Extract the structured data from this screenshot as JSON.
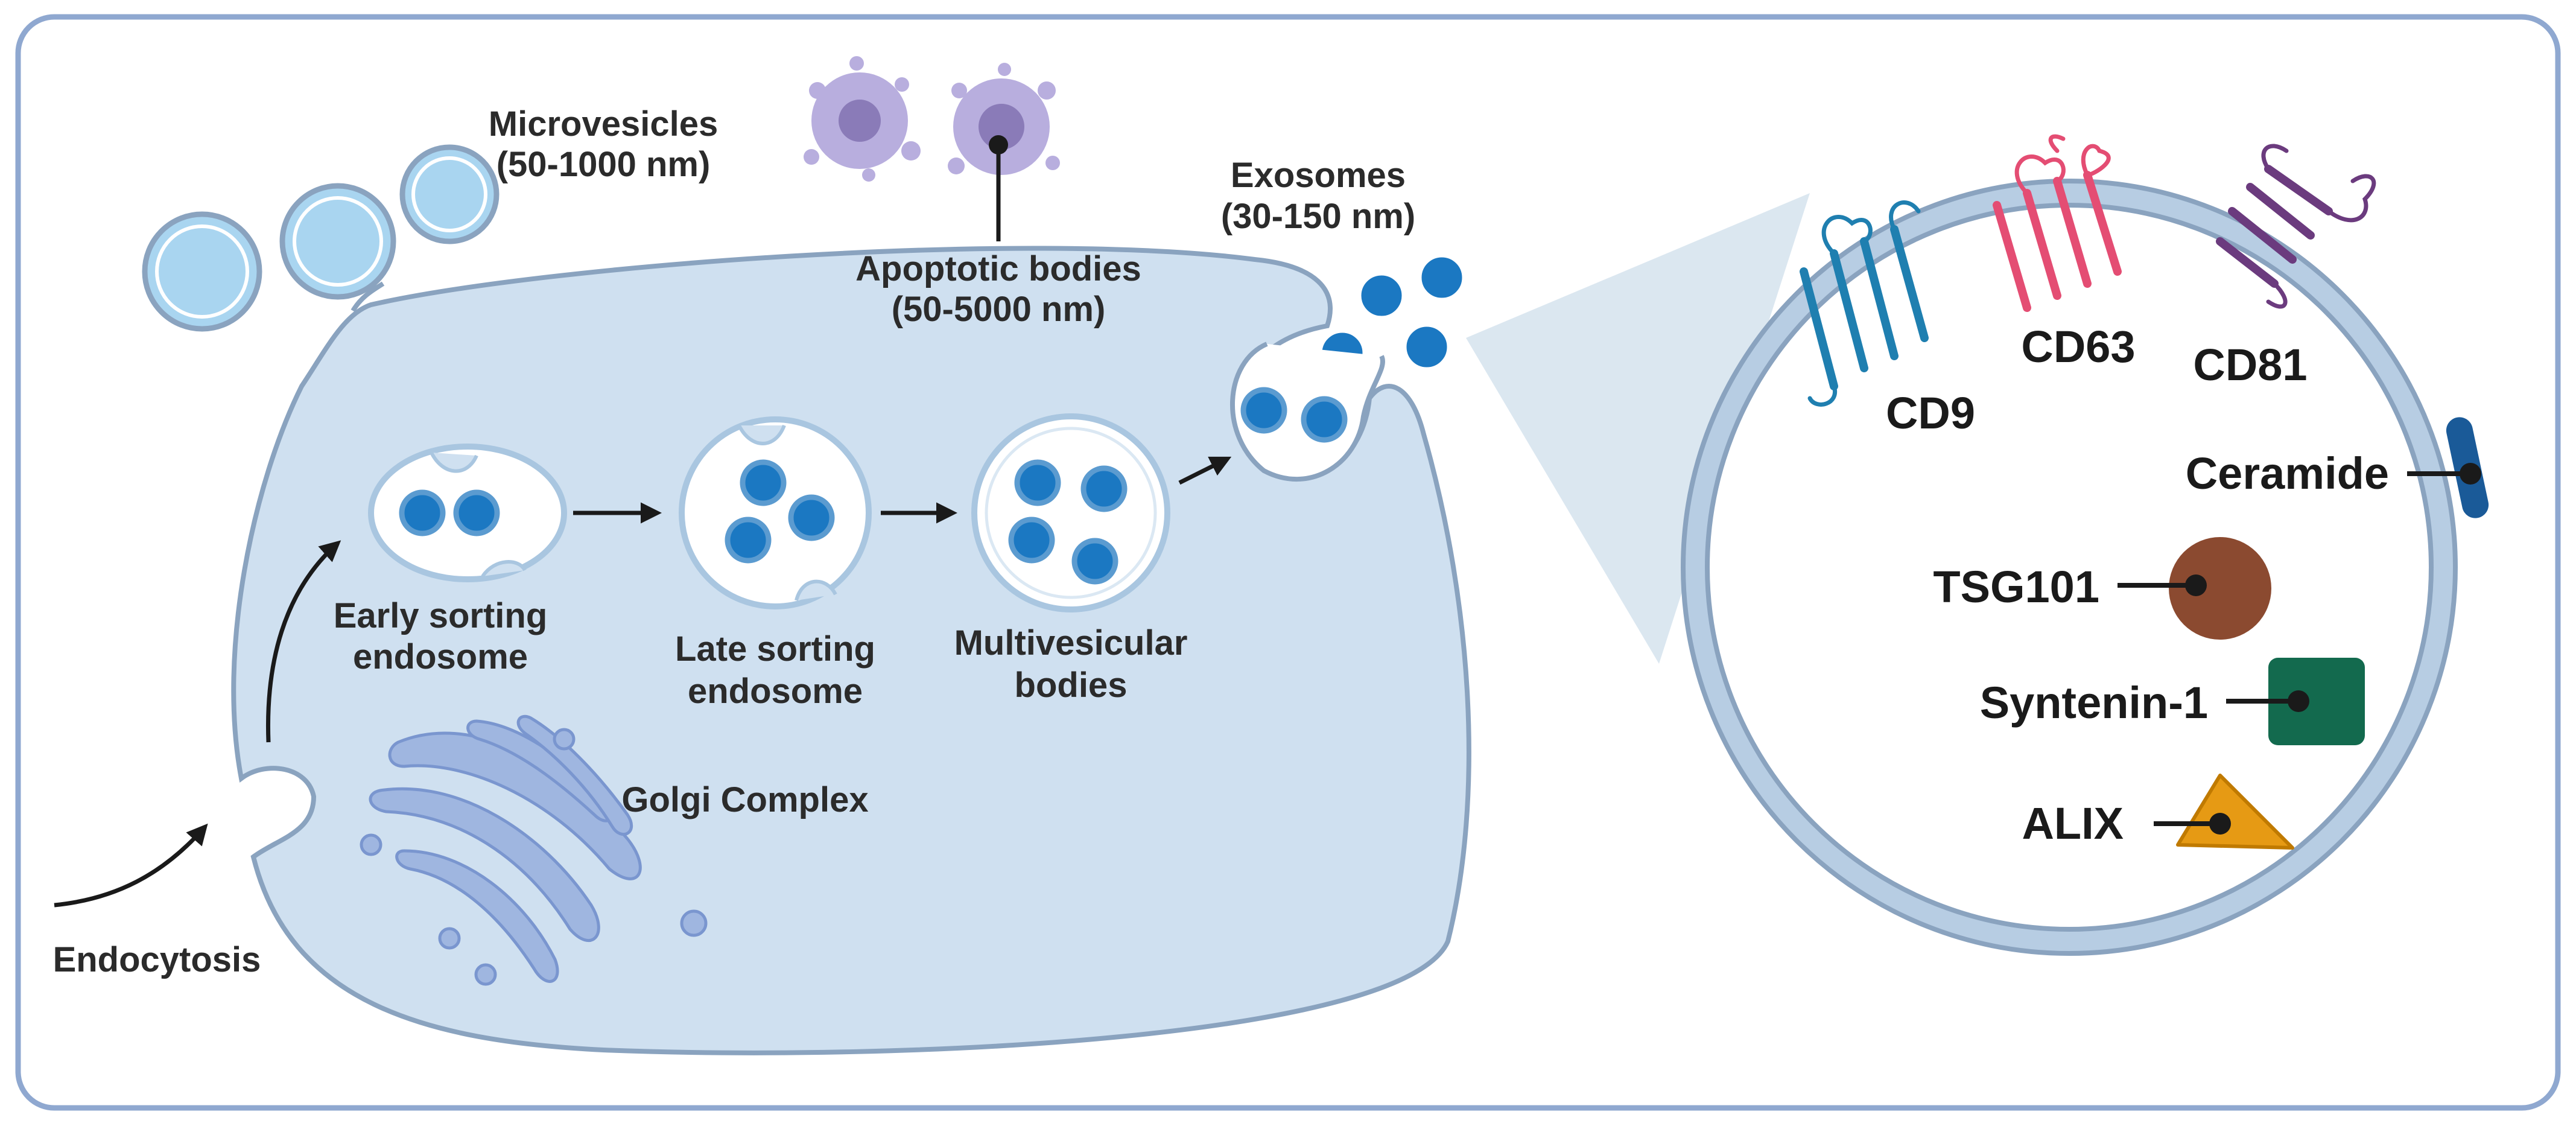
{
  "labels": {
    "microvesicles": "Microvesicles",
    "microvesicles_size": "(50-1000 nm)",
    "apoptotic": "Apoptotic bodies",
    "apoptotic_size": "(50-5000 nm)",
    "exosomes": "Exosomes",
    "exosomes_size": "(30-150 nm)",
    "early_1": "Early sorting",
    "early_2": "endosome",
    "late_1a": "Late",
    "late_1b": " sorting",
    "late_2": "endosome",
    "mvb_1": "Multivesicular",
    "mvb_2": "bodies",
    "golgi": "Golgi Complex",
    "endocytosis": "Endocytosis"
  },
  "markers": {
    "cd9": "CD9",
    "cd63": "CD63",
    "cd81": "CD81",
    "ceramide": "Ceramide",
    "tsg101": "TSG101",
    "syntenin": "Syntenin-1",
    "alix": "ALIX"
  },
  "colors": {
    "frame": "#8fa8d0",
    "cell_fill": "#cfe0f0",
    "cell_stroke": "#8aa3bf",
    "vesicle_blue": "#1b78c2",
    "vesicle_ring": "#5b9bd0",
    "cd9": "#1f7fb0",
    "cd63": "#e44d73",
    "cd81": "#6b3b7e",
    "ceramide": "#1a5a98",
    "tsg101": "#8b4a30",
    "syntenin": "#136a4e",
    "alix": "#e69a14",
    "apoptotic": "#a89ad0"
  }
}
